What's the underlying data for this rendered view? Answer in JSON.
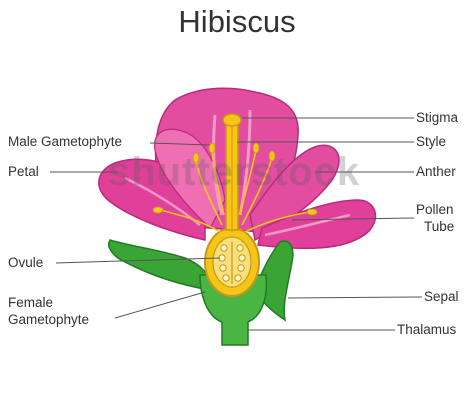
{
  "title": "Hibiscus",
  "watermark": "shutterstock",
  "labels_left": {
    "male_gametophyte": "Male Gametophyte",
    "petal": "Petal",
    "ovule": "Ovule",
    "female_gametophyte_line1": "Female",
    "female_gametophyte_line2": "Gametophyte"
  },
  "labels_right": {
    "stigma": "Stigma",
    "style": "Style",
    "anther": "Anther",
    "pollen_tube_line1": "Pollen",
    "pollen_tube_line2": "Tube",
    "sepal": "Sepal",
    "thalamus": "Thalamus"
  },
  "colors": {
    "petal": "#e0409a",
    "petal_light": "#f49ac8",
    "petal_dark": "#b82a7c",
    "sepal": "#3aa535",
    "sepal_dark": "#237a26",
    "ovary": "#f5c518",
    "ovule": "#f7e07a",
    "leader_line": "#555555"
  }
}
